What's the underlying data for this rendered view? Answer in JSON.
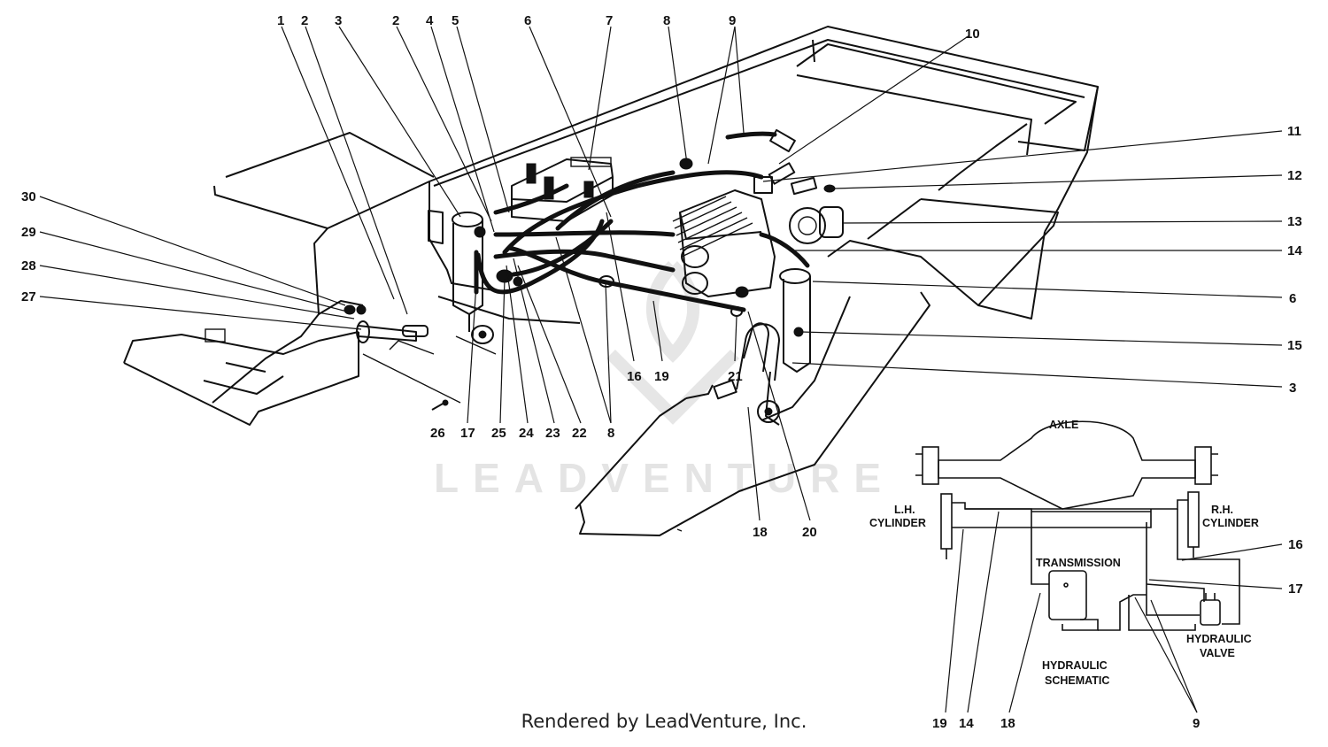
{
  "callouts": {
    "c1": "1",
    "c2a": "2",
    "c3a": "3",
    "c2b": "2",
    "c4": "4",
    "c5": "5",
    "c6a": "6",
    "c7": "7",
    "c8a": "8",
    "c9a": "9",
    "c10": "10",
    "c11": "11",
    "c12": "12",
    "c13": "13",
    "c14": "14",
    "c6b": "6",
    "c15": "15",
    "c3b": "3",
    "c30": "30",
    "c29": "29",
    "c28": "28",
    "c27": "27",
    "c26": "26",
    "c17": "17",
    "c25": "25",
    "c24": "24",
    "c23": "23",
    "c22": "22",
    "c8b": "8",
    "c16": "16",
    "c19": "19",
    "c21": "21",
    "c18": "18",
    "c20": "20"
  },
  "schematic": {
    "axle": "AXLE",
    "lh_cylinder": [
      "L.H.",
      "CYLINDER"
    ],
    "rh_cylinder": [
      "R.H.",
      "CYLINDER"
    ],
    "transmission": "TRANSMISSION",
    "hydraulic_valve": [
      "HYDRAULIC",
      "VALVE"
    ],
    "title": [
      "HYDRAULIC",
      "SCHEMATIC"
    ],
    "callouts": {
      "s16": "16",
      "s17": "17",
      "s19": "19",
      "s14": "14",
      "s18": "18",
      "s9": "9"
    }
  },
  "watermark": "LEADVENTURE",
  "footer": "Rendered by LeadVenture, Inc."
}
